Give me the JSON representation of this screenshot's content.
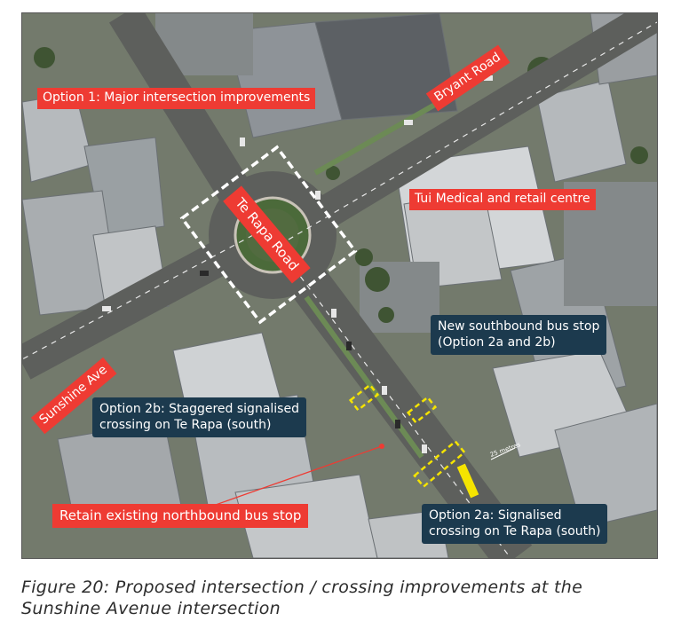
{
  "map": {
    "labels": {
      "option1": "Option 1: Major intersection improvements",
      "bryant_road": "Bryant Road",
      "te_rapa_road": "Te Rapa Road",
      "tui_medical": "Tui Medical and retail centre",
      "new_southbound_stop": "New southbound bus stop\n(Option 2a and 2b)",
      "sunshine_ave": "Sunshine Ave",
      "option2b": "Option 2b: Staggered signalised\ncrossing on Te Rapa (south)",
      "retain_northbound": "Retain existing northbound bus stop",
      "option2a": "Option 2a: Signalised\ncrossing on Te Rapa (south)",
      "scale_text": "25 metres"
    },
    "colors": {
      "label_red": "#ee3b33",
      "label_navy": "#1c3a4e",
      "crossing_yellow": "#f5e400"
    }
  },
  "caption": "Figure 20:  Proposed intersection / crossing improvements at the Sunshine Avenue intersection"
}
